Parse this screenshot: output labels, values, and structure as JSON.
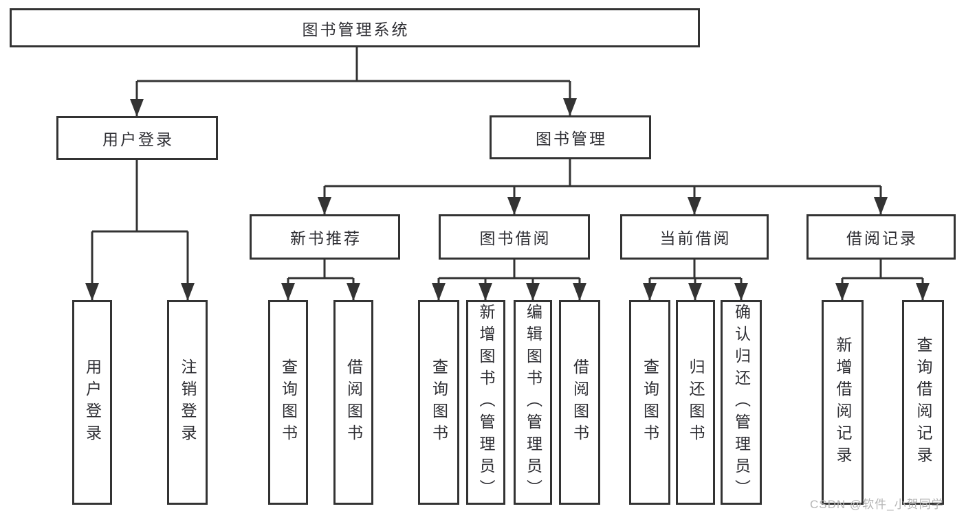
{
  "tree": {
    "root": {
      "label": "图书管理系统"
    },
    "branches": [
      {
        "label": "用户登录",
        "children": [
          {
            "label": "用户登录"
          },
          {
            "label": "注销登录"
          }
        ]
      },
      {
        "label": "图书管理",
        "children": [
          {
            "label": "新书推荐",
            "children": [
              {
                "label": "查询图书"
              },
              {
                "label": "借阅图书"
              }
            ]
          },
          {
            "label": "图书借阅",
            "children": [
              {
                "label": "查询图书"
              },
              {
                "label": "新增图书（管理员）"
              },
              {
                "label": "编辑图书（管理员）"
              },
              {
                "label": "借阅图书"
              }
            ]
          },
          {
            "label": "当前借阅",
            "children": [
              {
                "label": "查询图书"
              },
              {
                "label": "归还图书"
              },
              {
                "label": "确认归还（管理员）"
              }
            ]
          },
          {
            "label": "借阅记录",
            "children": [
              {
                "label": "新增借阅记录"
              },
              {
                "label": "查询借阅记录"
              }
            ]
          }
        ]
      }
    ]
  },
  "watermark": "CSDN @软件_小贺同学",
  "colors": {
    "line": "#333333",
    "text": "#2e2e33",
    "watermark": "#b5b5b5",
    "background": "#ffffff"
  }
}
